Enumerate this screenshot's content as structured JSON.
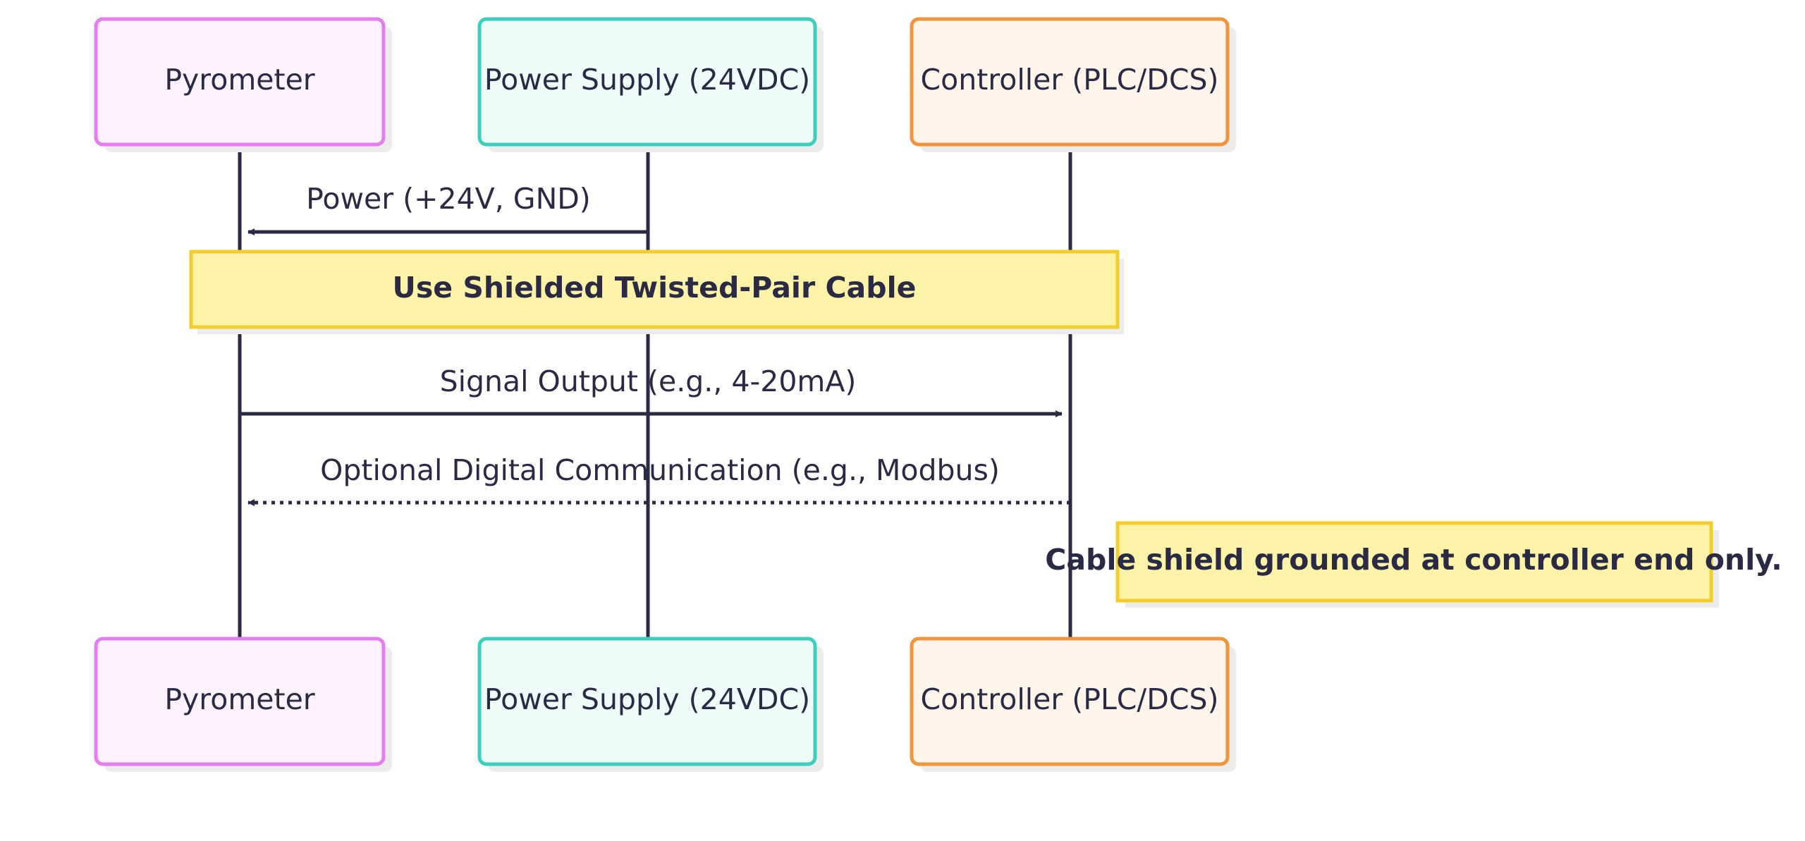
{
  "participants": [
    {
      "id": "pyrometer",
      "label": "Pyrometer",
      "fill": "#fdf2fd",
      "stroke": "#e47ef0"
    },
    {
      "id": "power",
      "label": "Power Supply (24VDC)",
      "fill": "#eefbf9",
      "stroke": "#3ccfbd"
    },
    {
      "id": "controller",
      "label": "Controller (PLC/DCS)",
      "fill": "#fff5eb",
      "stroke": "#f0953e"
    }
  ],
  "messages": [
    {
      "label": "Power (+24V, GND)",
      "from": "power",
      "to": "pyrometer",
      "style": "solid"
    },
    {
      "label": "Signal Output (e.g., 4-20mA)",
      "from": "pyrometer",
      "to": "controller",
      "style": "solid"
    },
    {
      "label": "Optional Digital Communication (e.g., Modbus)",
      "from": "controller",
      "to": "pyrometer",
      "style": "dotted"
    }
  ],
  "notes": [
    {
      "label": "Use Shielded Twisted-Pair Cable",
      "placement": "over pyrometer, controller"
    },
    {
      "label": "Cable shield grounded at controller end only.",
      "placement": "right of controller"
    }
  ],
  "colors": {
    "line": "#2a2a45",
    "note_fill": "#fdf3a8",
    "note_stroke": "#f2cd2c",
    "shadow": "#ececec"
  }
}
